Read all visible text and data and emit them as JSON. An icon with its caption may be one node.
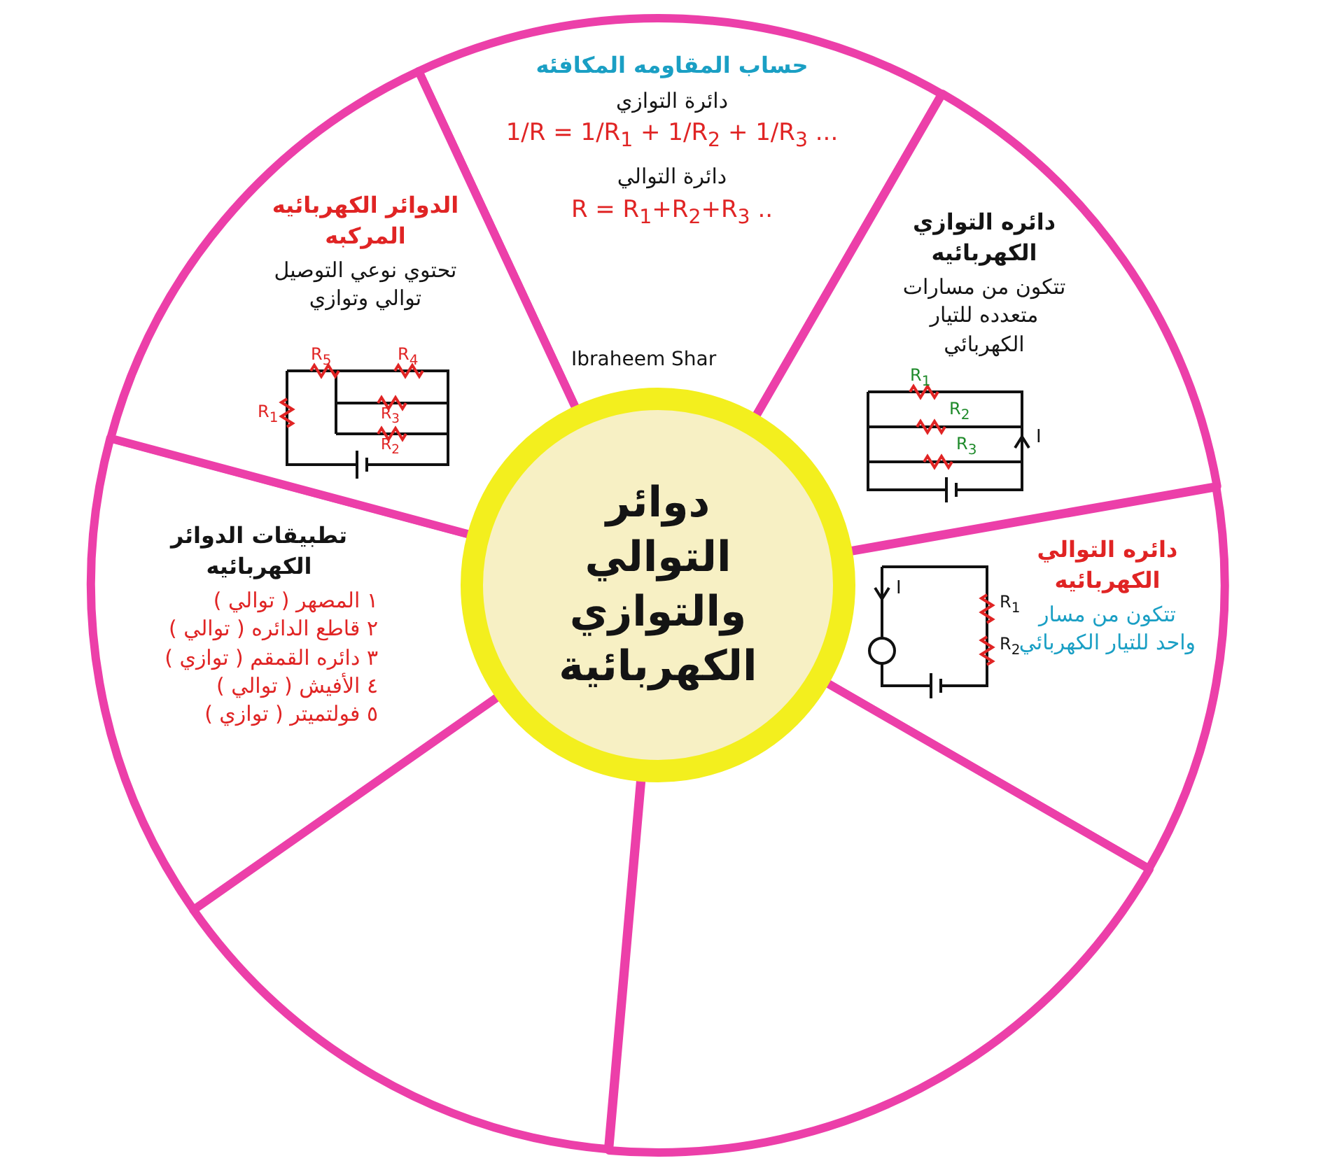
{
  "diagram": {
    "nodes": [
      {
        "text": [
          "دوائر التوالي والتوازي الكهربائية"
        ]
      },
      {
        "text": [
          "حساب المقاومه المكافئه",
          "دائرة التوازي",
          "1/R = 1/R$_{1}$ + 1/R$_{2}$ + 1/R$_{3}$ ...",
          "دائرة التوالي",
          "R = R$_{1}$+R$_{2}$+R$_{3}$ .."
        ]
      },
      {
        "text": [
          "دائره التوازي الكهربائيه",
          "تتكون من مسارات متعدده للتيار الكهربائي"
        ]
      },
      {
        "text": [
          "دائره التوالي الكهربائيه",
          "تتكون من مسار واحد للتيار الكهربائي"
        ]
      },
      {
        "text": [],
        "shape": "sector"
      },
      {
        "text": [],
        "shape": "sector"
      },
      {
        "text": [
          "تطبيقات الدوائر الكهربائيه",
          "١ المصهر ( توالي )",
          "٢ قاطع الدائره ( توالي )",
          "٣ دائره القمقم ( توازي )",
          "٤ الأفيش ( توالي )",
          "٥ فولتميتر ( توازي )"
        ]
      },
      {
        "text": [
          "الدوائر الكهربائيه المركبه",
          "تحتوي نوعي التوصيل توالي وتوازي"
        ]
      }
    ],
    "labels": [
      "Ibraheem Shar",
      "R$_{5}$",
      "R$_{4}$",
      "R$_{3}$",
      "R$_{2}$",
      "R$_{1}$",
      "R$_{1}$",
      "R$_{2}$",
      "R$_{3}$",
      "I",
      "I",
      "R$_{1}$",
      "R$_{2}$"
    ]
  }
}
